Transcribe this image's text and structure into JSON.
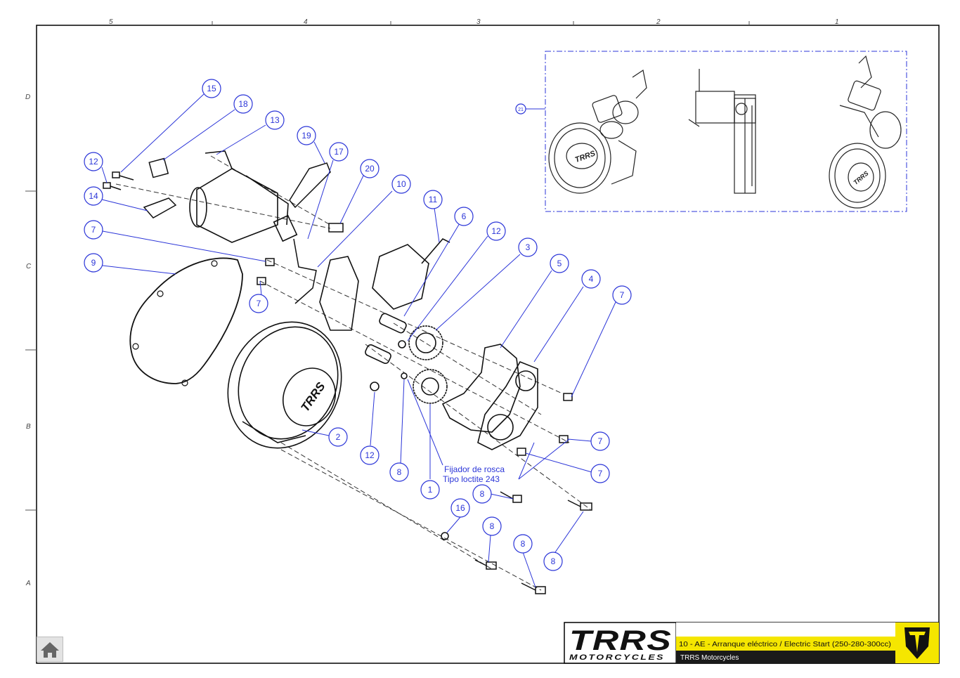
{
  "frame": {
    "col_labels": [
      "5",
      "4",
      "3",
      "2",
      "1"
    ],
    "row_labels": [
      "D",
      "C",
      "B",
      "A"
    ]
  },
  "title_block": {
    "logo_main": "TRRS",
    "logo_sub": "MOTORCYCLES",
    "title": "10 - AE - Arranque eléctrico / Electric Start (250-280-300cc)",
    "company": "TRRS Motorcycles",
    "accent_color": "#f5e600"
  },
  "callouts": [
    {
      "id": "c15",
      "label": "15"
    },
    {
      "id": "c18",
      "label": "18"
    },
    {
      "id": "c13",
      "label": "13"
    },
    {
      "id": "c19",
      "label": "19"
    },
    {
      "id": "c17",
      "label": "17"
    },
    {
      "id": "c20",
      "label": "20"
    },
    {
      "id": "c10",
      "label": "10"
    },
    {
      "id": "c12a",
      "label": "12"
    },
    {
      "id": "c14",
      "label": "14"
    },
    {
      "id": "c11",
      "label": "11"
    },
    {
      "id": "c6",
      "label": "6"
    },
    {
      "id": "c12b",
      "label": "12"
    },
    {
      "id": "c3",
      "label": "3"
    },
    {
      "id": "c5",
      "label": "5"
    },
    {
      "id": "c4",
      "label": "4"
    },
    {
      "id": "c7a",
      "label": "7"
    },
    {
      "id": "c7b",
      "label": "7"
    },
    {
      "id": "c9",
      "label": "9"
    },
    {
      "id": "c7c",
      "label": "7"
    },
    {
      "id": "c2",
      "label": "2"
    },
    {
      "id": "c12c",
      "label": "12"
    },
    {
      "id": "c8a",
      "label": "8"
    },
    {
      "id": "c1",
      "label": "1"
    },
    {
      "id": "c7d",
      "label": "7"
    },
    {
      "id": "c7e",
      "label": "7"
    },
    {
      "id": "c8b",
      "label": "8"
    },
    {
      "id": "c16",
      "label": "16"
    },
    {
      "id": "c8c",
      "label": "8"
    },
    {
      "id": "c8d",
      "label": "8"
    },
    {
      "id": "c8e",
      "label": "8"
    },
    {
      "id": "c21",
      "label": "21"
    }
  ],
  "note": {
    "line1": "Fijador de rosca",
    "line2": "Tipo loctite 243"
  },
  "home_button": {
    "icon": "home-icon"
  }
}
